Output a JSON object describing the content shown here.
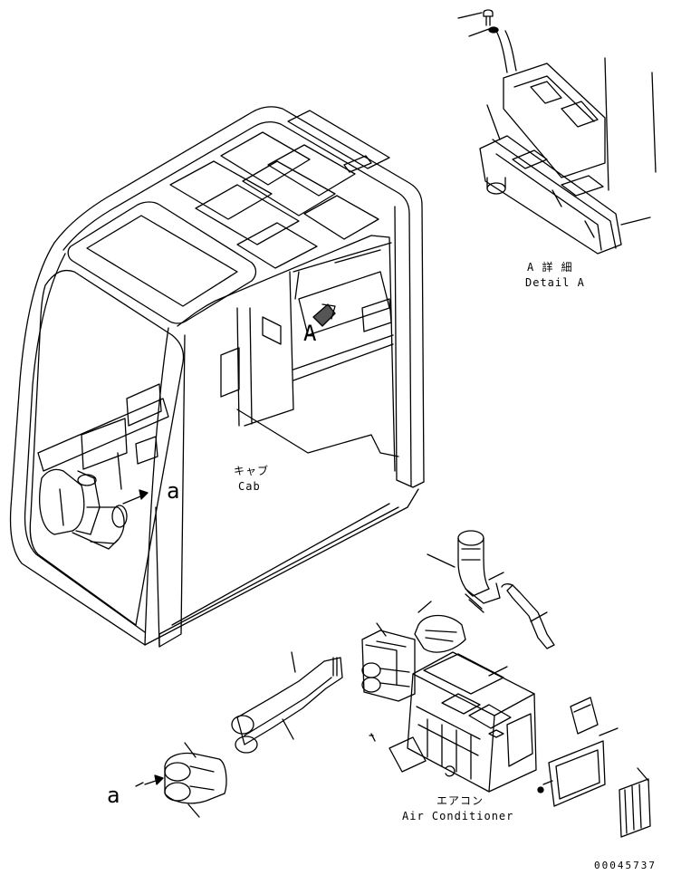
{
  "labels": {
    "view_arrow": "A",
    "detail_jp": "A 詳 細",
    "detail_en": "Detail A",
    "cab_jp": "キャブ",
    "cab_en": "Cab",
    "ref_a_cab": "a",
    "ref_a_duct": "a",
    "aircon_jp": "エアコン",
    "aircon_en": "Air Conditioner",
    "drawing_id": "00045737"
  }
}
